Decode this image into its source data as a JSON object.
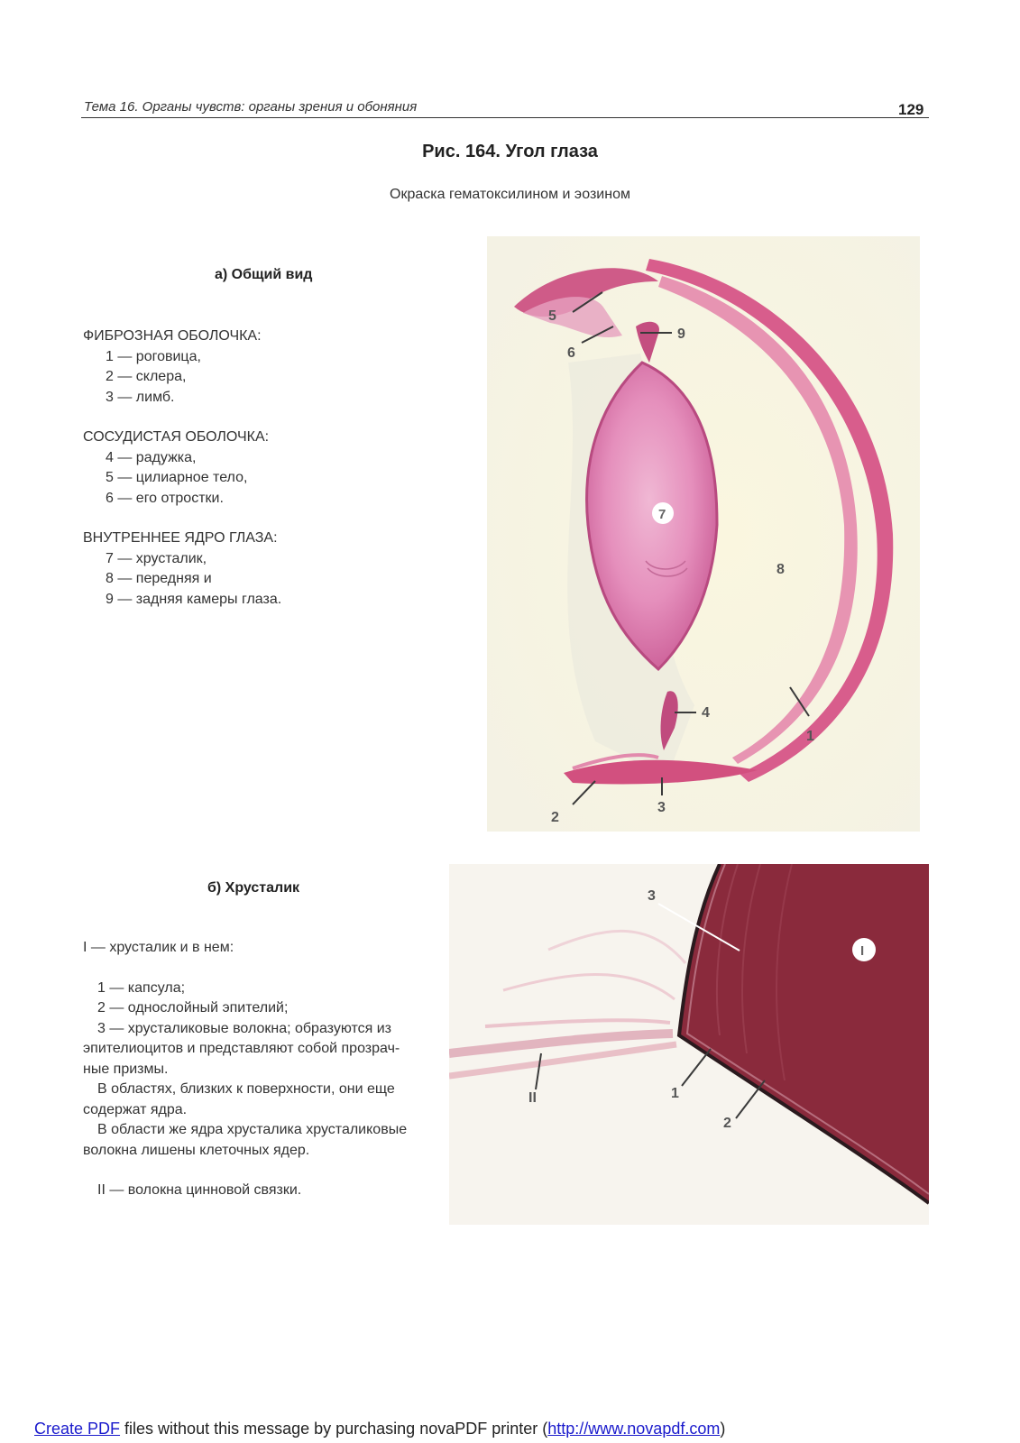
{
  "header": {
    "running_title": "Тема 16. Органы чувств: органы зрения и обоняния",
    "page_number": "129"
  },
  "figure": {
    "title": "Рис. 164. Угол глаза",
    "stain": "Окраска гематоксилином и эозином"
  },
  "section_a": {
    "title": "а) Общий вид",
    "groups": [
      {
        "heading": "ФИБРОЗНАЯ ОБОЛОЧКА:",
        "items": [
          "1 — роговица,",
          "2 — склера,",
          "3 — лимб."
        ]
      },
      {
        "heading": "СОСУДИСТАЯ ОБОЛОЧКА:",
        "items": [
          "4 — радужка,",
          "5 — цилиарное тело,",
          "6 — его отростки."
        ]
      },
      {
        "heading": "ВНУТРЕННЕЕ ЯДРО ГЛАЗА:",
        "items": [
          "7 — хрусталик,",
          "8 — передняя и",
          "9 — задняя камеры глаза."
        ]
      }
    ],
    "labels": [
      "1",
      "2",
      "3",
      "4",
      "5",
      "6",
      "7",
      "8",
      "9"
    ]
  },
  "section_b": {
    "title": "б) Хрусталик",
    "intro": "I — хрусталик и в нем:",
    "items": [
      "1 — капсула;",
      "2 — однослойный эпителий;"
    ],
    "item3_line1": "3 — хрусталиковые волокна; образуются из",
    "item3_line2": "эпителиоцитов и представляют собой прозрач-",
    "item3_line3": "ные призмы.",
    "para1_line1": "В областях, близких к поверхности, они еще",
    "para1_line2": "содержат  ядра.",
    "para2_line1": "В области же ядра хрусталика хрусталиковые",
    "para2_line2": "волокна лишены клеточных ядер.",
    "item_II": "II — волокна цинновой связки.",
    "labels": [
      "I",
      "1",
      "2",
      "3",
      "II"
    ]
  },
  "footer": {
    "link1": "Create PDF",
    "text1": " files without this message by purchasing novaPDF printer (",
    "link2": "http://www.novapdf.com",
    "text2": ")"
  }
}
